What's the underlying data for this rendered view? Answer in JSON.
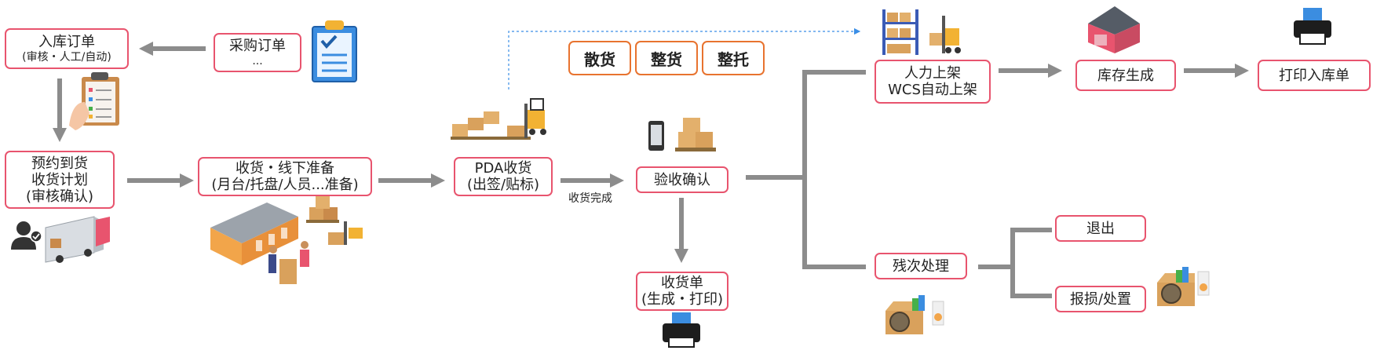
{
  "nodes": {
    "inbound_order": {
      "line1": "入库订单",
      "line2": "(审核・人工/自动)"
    },
    "purchase_order": {
      "line1": "采购订单",
      "line2": "..."
    },
    "appointment": {
      "line1": "预约到货",
      "line2": "收货计划",
      "line3": "(审核确认)"
    },
    "receiving_prep": {
      "line1": "收货・线下准备",
      "line2": "(月台/托盘/人员...准备)"
    },
    "pda_receiving": {
      "line1": "PDA收货",
      "line2": "(出签/贴标)"
    },
    "acceptance": {
      "line1": "验收确认"
    },
    "receipt_doc": {
      "line1": "收货单",
      "line2": "(生成・打印)"
    },
    "putaway": {
      "line1": "人力上架",
      "line2": "WCS自动上架"
    },
    "inventory": {
      "line1": "库存生成"
    },
    "print_inbound": {
      "line1": "打印入库单"
    },
    "defect": {
      "line1": "残次处理"
    },
    "return_out": {
      "line1": "退出"
    },
    "damage": {
      "line1": "报损/处置"
    }
  },
  "tags": {
    "loose": "散货",
    "whole": "整货",
    "pallet": "整托"
  },
  "edge_labels": {
    "receiving_done": "收货完成"
  },
  "colors": {
    "box_border": "#e8546e",
    "tag_border": "#e8732f",
    "arrow": "#8c8c8c",
    "dashed": "#3a8ee6"
  }
}
